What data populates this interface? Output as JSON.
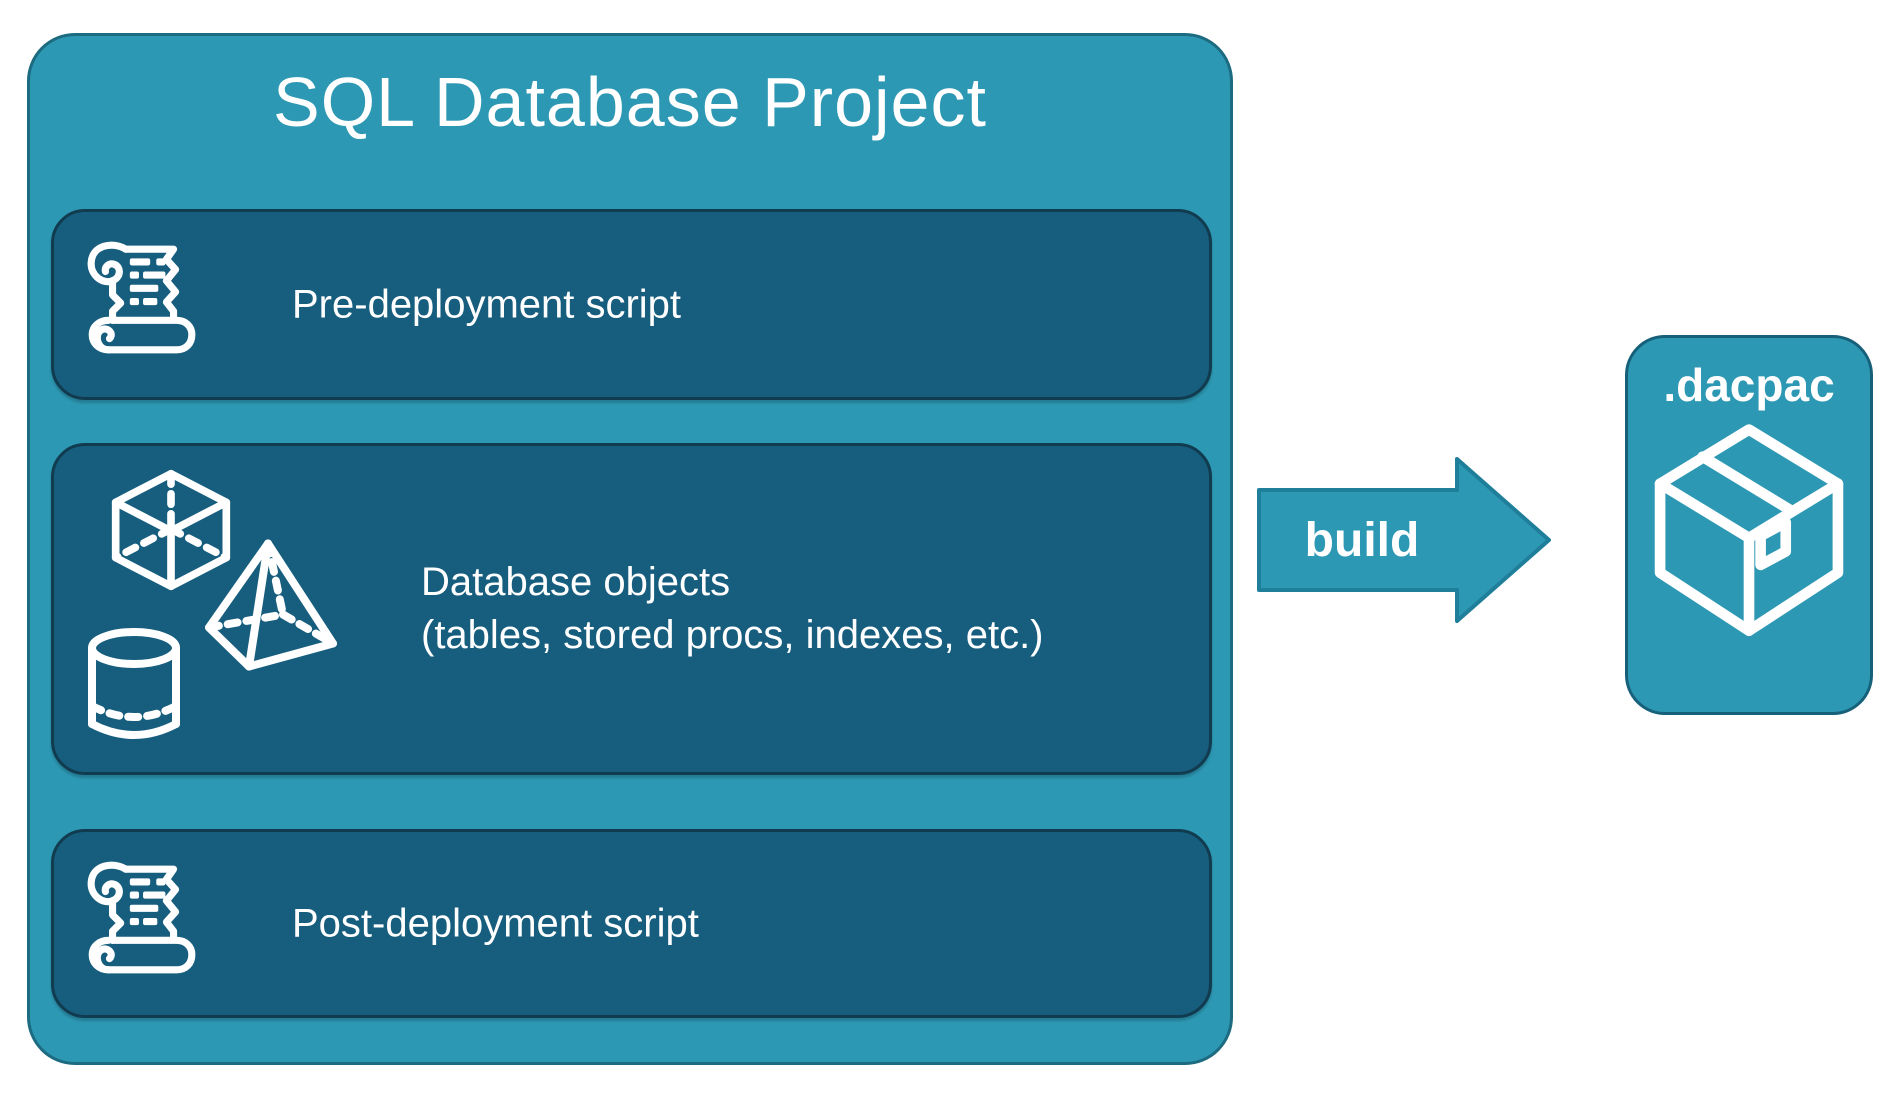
{
  "colors": {
    "teal": "#2D98B3",
    "teal_border": "#1C6B80",
    "panel_fill": "#175E7E",
    "panel_border": "#113C50",
    "text": "#FFFFFF"
  },
  "project": {
    "title": "SQL Database Project",
    "items": [
      {
        "icon": "scroll-icon",
        "label": "Pre-deployment script"
      },
      {
        "icon": "geometric-shapes-icons",
        "label_line1": "Database objects",
        "label_line2": "(tables, stored procs, indexes, etc.)"
      },
      {
        "icon": "scroll-icon",
        "label": "Post-deployment script"
      }
    ]
  },
  "arrow": {
    "label": "build"
  },
  "output": {
    "label": ".dacpac",
    "icon": "package-icon"
  }
}
